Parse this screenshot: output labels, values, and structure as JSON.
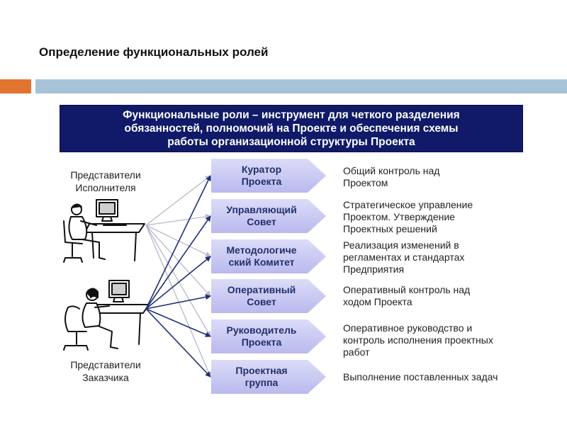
{
  "slide": {
    "title": "Определение функциональных ролей"
  },
  "header": {
    "lines": [
      "Функциональные роли – инструмент для четкого разделения",
      "обязанностей, полномочий на Проекте и обеспечения схемы",
      "работы организационной структуры Проекта"
    ]
  },
  "sources": {
    "executor": {
      "lines": [
        "Представители",
        "Исполнителя"
      ]
    },
    "customer": {
      "lines": [
        "Представители",
        "Заказчика"
      ]
    }
  },
  "roles": [
    {
      "name_lines": [
        "Куратор",
        "Проекта"
      ],
      "desc_lines": [
        "Общий контроль над",
        "Проектом"
      ]
    },
    {
      "name_lines": [
        "Управляющий",
        "Совет"
      ],
      "desc_lines": [
        "Стратегическое управление",
        "Проектом. Утверждение",
        "Проектных решений"
      ]
    },
    {
      "name_lines": [
        "Методологиче",
        "ский Комитет"
      ],
      "desc_lines": [
        "Реализация изменений в",
        "регламентах и стандартах",
        "Предприятия"
      ]
    },
    {
      "name_lines": [
        "Оперативный",
        "Совет"
      ],
      "desc_lines": [
        "Оперативный контроль над",
        "ходом Проекта"
      ]
    },
    {
      "name_lines": [
        "Руководитель",
        "Проекта"
      ],
      "desc_lines": [
        "Оперативное руководство и",
        "контроль исполнения проектных",
        "работ"
      ]
    },
    {
      "name_lines": [
        "Проектная",
        "группа"
      ],
      "desc_lines": [
        "Выполнение поставленных задач"
      ]
    }
  ],
  "colors": {
    "header_bg": "#101a68",
    "chevron_fill": "#c9c9f3",
    "chevron_text": "#22306a",
    "arrow_dark": "#1f2f7a",
    "arrow_light": "#b8b8c8",
    "bar_orange": "#e2742f",
    "bar_blue": "#a7c3d8"
  }
}
